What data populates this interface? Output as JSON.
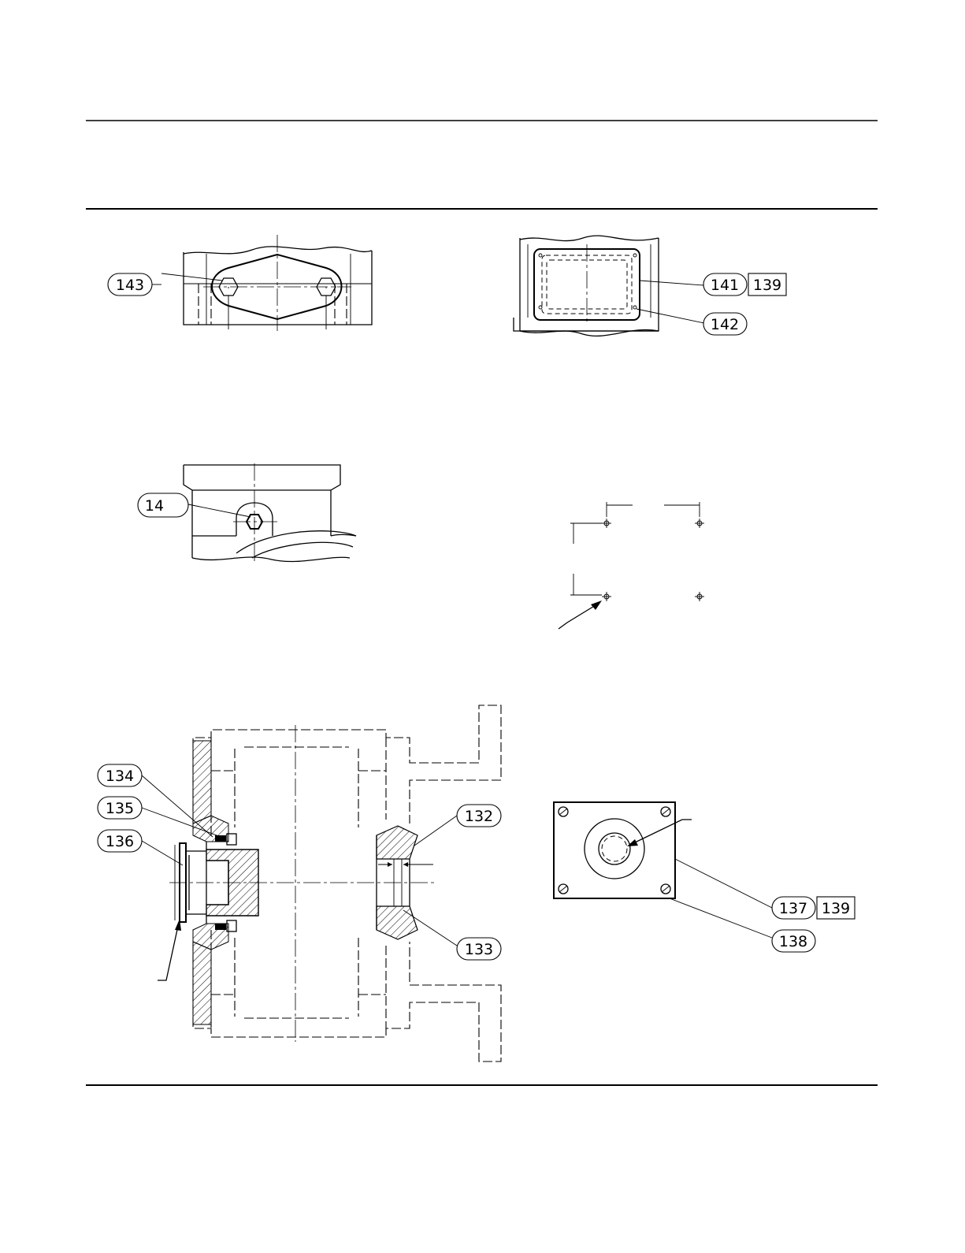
{
  "callouts": {
    "c143": "143",
    "c141": "141",
    "c139a": "139",
    "c142": "142",
    "c14": "14",
    "c134": "134",
    "c135": "135",
    "c136": "136",
    "c132": "132",
    "c133": "133",
    "c137": "137",
    "c139b": "139",
    "c138": "138"
  }
}
